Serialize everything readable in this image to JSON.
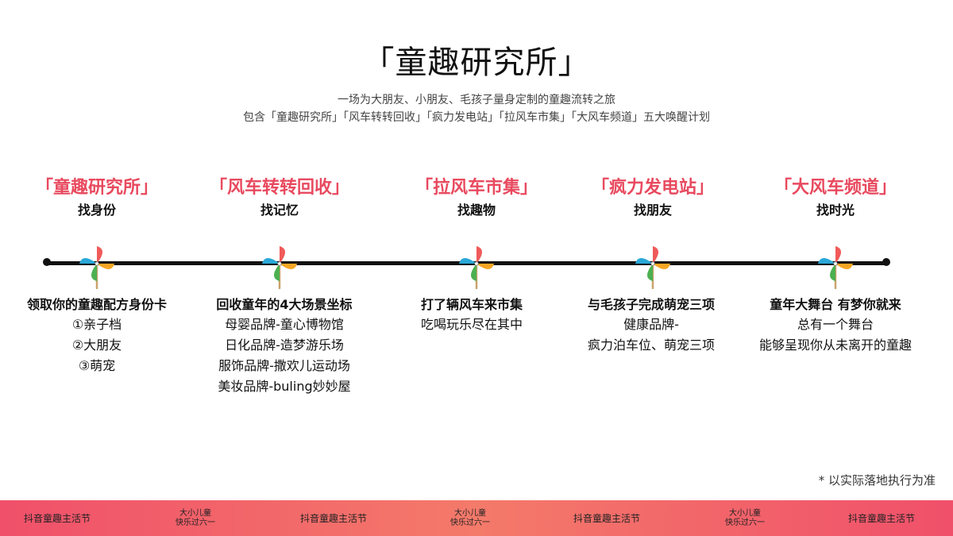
{
  "header": {
    "title": "「童趣研究所」",
    "subtitle_line1": "一场为大朋友、小朋友、毛孩子量身定制的童趣流转之旅",
    "subtitle_line2": "包含「童趣研究所」「风车转转回收」「疯力发电站」「拉风车市集」「大风车频道」五大唤醒计划"
  },
  "timeline": {
    "stages": [
      {
        "name": "「童趣研究所」",
        "goal": "找身份",
        "head": "领取你的童趣配方身份卡",
        "lines": [
          "①亲子档",
          "②大朋友",
          "③萌宠"
        ]
      },
      {
        "name": "「风车转转回收」",
        "goal": "找记忆",
        "head": "回收童年的4大场景坐标",
        "lines": [
          "母婴品牌-童心博物馆",
          "日化品牌-造梦游乐场",
          "服饰品牌-撒欢儿运动场",
          "美妆品牌-buling妙妙屋"
        ]
      },
      {
        "name": "「拉风车市集」",
        "goal": "找趣物",
        "head": "打了辆风车来市集",
        "lines": [
          "吃喝玩乐尽在其中"
        ]
      },
      {
        "name": "「疯力发电站」",
        "goal": "找朋友",
        "head": "与毛孩子完成萌宠三项",
        "lines": [
          "健康品牌-",
          "疯力泊车位、萌宠三项"
        ]
      },
      {
        "name": "「大风车频道」",
        "goal": "找时光",
        "head": "童年大舞台 有梦你就来",
        "lines": [
          "总有一个舞台",
          "能够呈现你从未离开的童趣"
        ]
      }
    ]
  },
  "footnote": "* 以实际落地执行为准",
  "footer": {
    "brand_label": "抖音童趣主活节",
    "slogan_line1": "大小儿童",
    "slogan_line2": "快乐过六一"
  },
  "colors": {
    "accent": "#e84a5f",
    "footer_band": "#f0506a",
    "pinwheel": [
      "#f05a5a",
      "#f5a623",
      "#4cb050",
      "#2aa8d8"
    ]
  },
  "icons": [
    "pinwheel-icon"
  ]
}
